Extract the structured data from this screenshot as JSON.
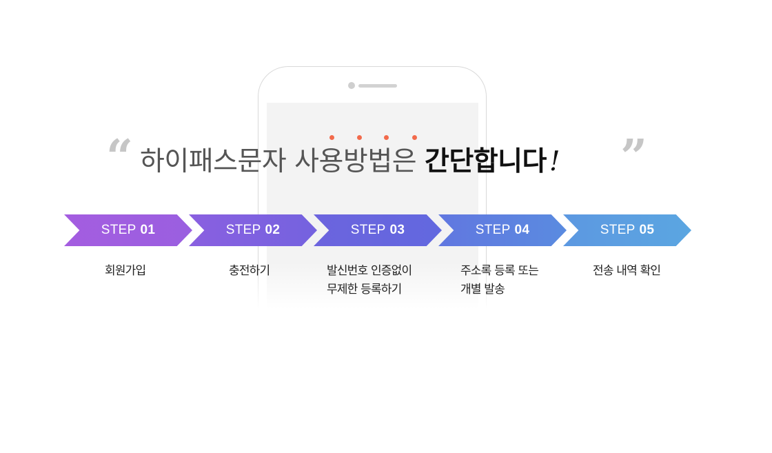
{
  "headline": {
    "open_quote": "“",
    "close_quote": "”",
    "light_text": "하이패스문자 사용방법은 ",
    "bold_text": "간단합니다",
    "exclamation": "!"
  },
  "colors": {
    "accent_dot": "#f26a4b",
    "step_gradient_start": "#a45de0",
    "step_gradient_end": "#5ba6e1"
  },
  "steps": [
    {
      "word": "STEP",
      "number": "01",
      "desc_lines": [
        "회원가입"
      ]
    },
    {
      "word": "STEP",
      "number": "02",
      "desc_lines": [
        "충전하기"
      ]
    },
    {
      "word": "STEP",
      "number": "03",
      "desc_lines": [
        "발신번호 인증없이",
        "무제한 등록하기"
      ]
    },
    {
      "word": "STEP",
      "number": "04",
      "desc_lines": [
        "주소록 등록 또는",
        "개별 발송"
      ]
    },
    {
      "word": "STEP",
      "number": "05",
      "desc_lines": [
        "전송 내역 확인"
      ]
    }
  ]
}
